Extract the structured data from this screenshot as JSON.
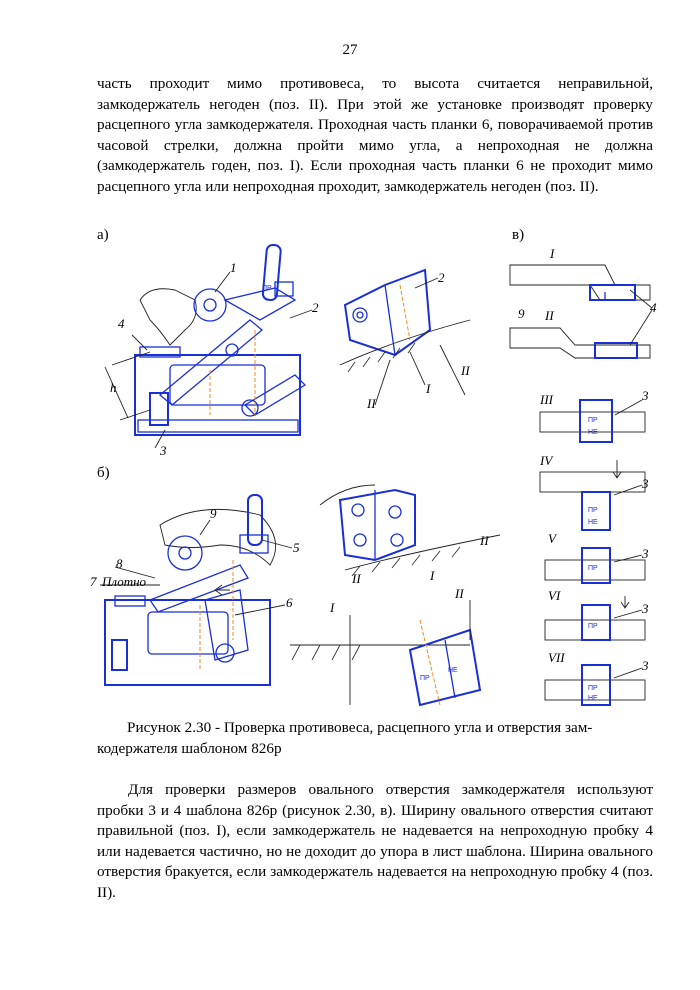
{
  "page_number": "27",
  "paragraph_top": {
    "text": "часть проходит мимо противовеса, то высота считается неправильной, замкодержатель негоден (поз. II). При этой же установке производят проверку расцепного угла замкодержателя. Проходная часть планки 6, поворачиваемой против часовой стрелки, должна пройти мимо угла, а непроходная не должна (замкодержатель годен, поз. I). Если проходная часть планки 6 не проходит мимо расцепного угла или непроходная проходит, замкодержатель негоден (поз. II)."
  },
  "figure": {
    "label_a": "а)",
    "label_b": "б)",
    "label_v": "в)",
    "callouts": {
      "n1": "1",
      "n2": "2",
      "n2b": "2",
      "n3": "3",
      "n4": "4",
      "n4v": "4",
      "n5": "5",
      "n6": "6",
      "n7": "7",
      "n8": "8",
      "n9": "9",
      "n9v": "9",
      "n3a": "3",
      "n3b": "3",
      "n3c": "3",
      "n3d": "3",
      "n3e": "3",
      "plotno": "Плотно",
      "dim_h": "h"
    },
    "roman": {
      "r1": "I",
      "r2": "II",
      "r3": "III",
      "r4": "IV",
      "r5": "V",
      "r6": "VI",
      "r7": "VII",
      "a_I": "I",
      "a_II": "II",
      "a_II2": "II",
      "b_I": "I",
      "b_II": "II",
      "b_II2": "II",
      "b_I2": "I",
      "b_II3": "II"
    },
    "marks": {
      "pr": "ПР",
      "ne": "НЕ"
    }
  },
  "caption": {
    "line1": "Рисунок 2.30 - Проверка противовеса, расцепного угла и отверстия зам-",
    "line2": "кодержателя шаблоном 826р"
  },
  "paragraph_bottom": {
    "text": "Для проверки размеров овального отверстия замкодержателя используют пробки 3 и 4 шаблона 826р (рисунок 2.30, в). Ширину овального отверстия считают правильной (поз. I), если замкодержатель не надевается на непроходную пробку 4 или надевается частично, но не доходит до упора в лист шаблона. Ширина овального отверстия бракуется, если замкодержатель надевается на непроходную пробку 4 (поз. II)."
  }
}
